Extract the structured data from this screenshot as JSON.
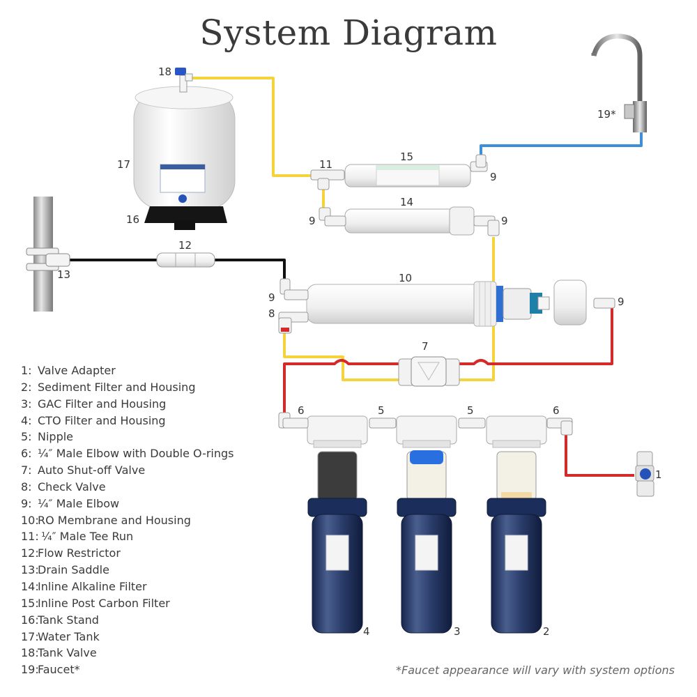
{
  "title": "System Diagram",
  "legend": [
    {
      "num": "1:",
      "text": "Valve Adapter"
    },
    {
      "num": "2:",
      "text": "Sediment Filter and Housing"
    },
    {
      "num": "3:",
      "text": "GAC Filter and Housing"
    },
    {
      "num": "4:",
      "text": "CTO Filter and Housing"
    },
    {
      "num": "5:",
      "text": "Nipple"
    },
    {
      "num": "6:",
      "text": "¼″ Male Elbow with Double O-rings"
    },
    {
      "num": "7:",
      "text": "Auto Shut-off Valve"
    },
    {
      "num": "8:",
      "text": "Check Valve"
    },
    {
      "num": "9:",
      "text": "¼″ Male Elbow"
    },
    {
      "num": "10:",
      "text": "RO Membrane and Housing"
    },
    {
      "num": "11:",
      "text": " ¼″ Male Tee Run"
    },
    {
      "num": "12:",
      "text": "Flow Restrictor"
    },
    {
      "num": "13:",
      "text": "Drain Saddle"
    },
    {
      "num": "14:",
      "text": "Inline Alkaline Filter"
    },
    {
      "num": "15:",
      "text": "Inline Post Carbon Filter"
    },
    {
      "num": "16:",
      "text": "Tank Stand"
    },
    {
      "num": "17:",
      "text": "Water Tank"
    },
    {
      "num": "18:",
      "text": "Tank Valve"
    },
    {
      "num": "19:",
      "text": "Faucet*"
    }
  ],
  "footnote": "*Faucet appearance will vary with system options",
  "callouts": {
    "n1": "1",
    "n2": "2",
    "n3": "3",
    "n4": "4",
    "n5a": "5",
    "n5b": "5",
    "n6a": "6",
    "n6b": "6",
    "n7": "7",
    "n8": "8",
    "n9_tee": "9",
    "n9_alk_left": "9",
    "n9_alk_right": "9",
    "n9_mem_left": "9",
    "n9_cap": "9",
    "n10": "10",
    "n11": "11",
    "n12": "12",
    "n13": "13",
    "n14": "14",
    "n15": "15",
    "n16": "16",
    "n17": "17",
    "n18": "18",
    "n19": "19*"
  },
  "colors": {
    "feed_line": "#d42a2a",
    "purified_line": "#f5d33a",
    "drain_line": "#111111",
    "faucet_line": "#3d8fd8",
    "fitting": "#f2f2f2",
    "housing": "#1f3566"
  }
}
